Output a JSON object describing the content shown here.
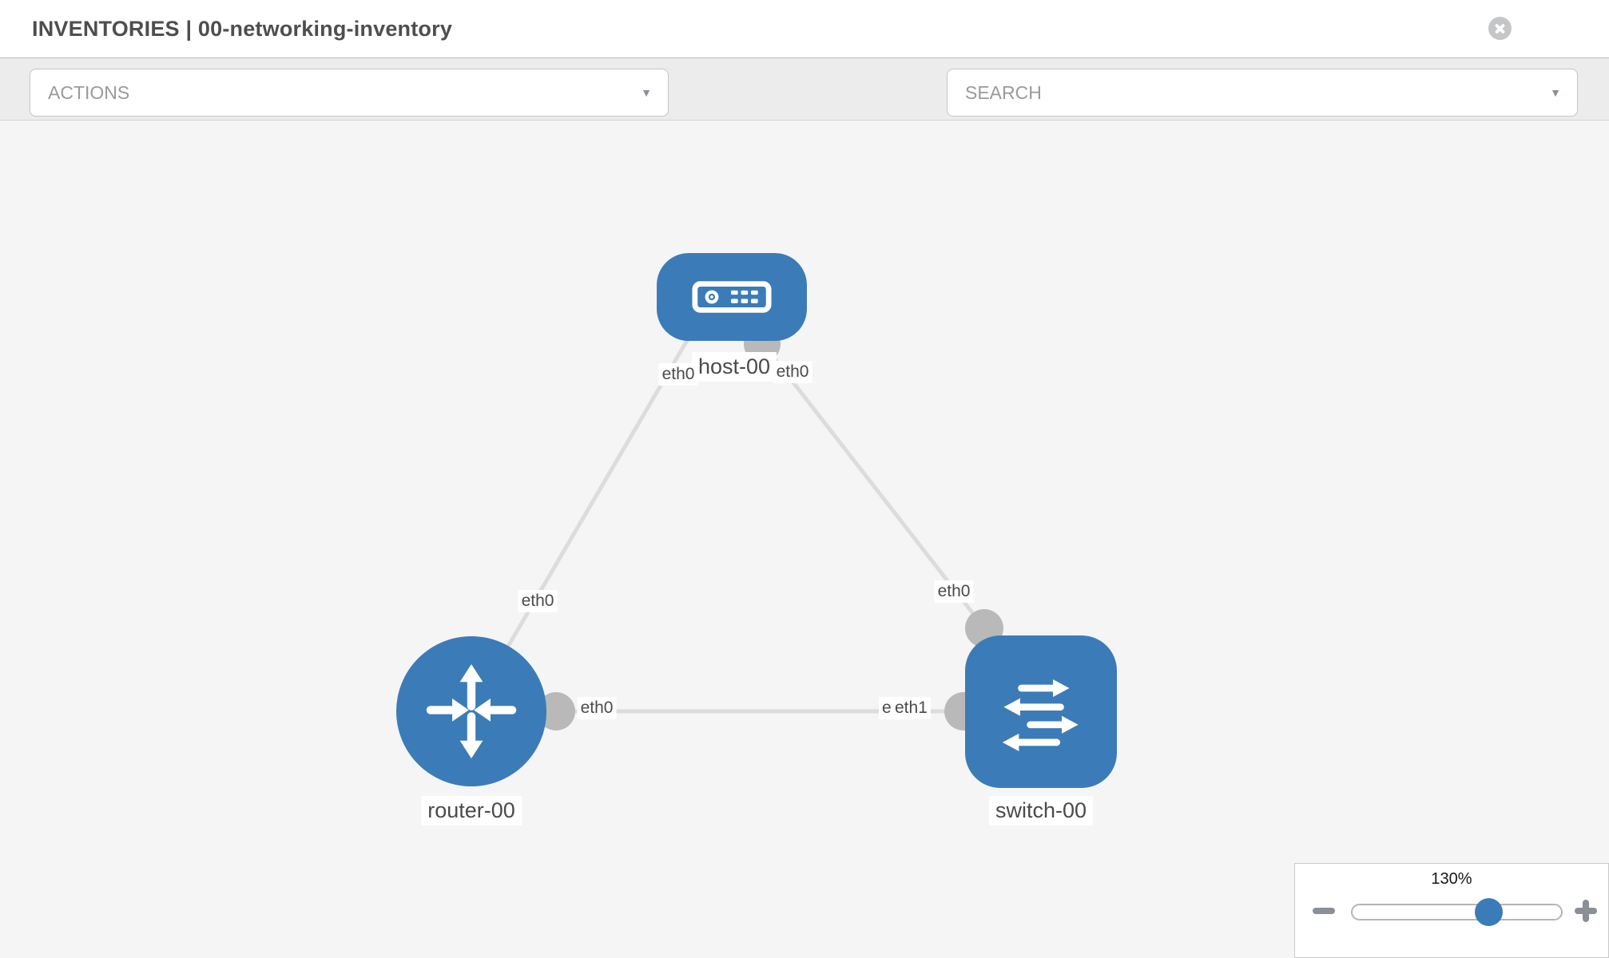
{
  "header": {
    "title": "INVENTORIES | 00-networking-inventory"
  },
  "toolbar": {
    "actions_label": "ACTIONS",
    "search_placeholder": "SEARCH"
  },
  "icons": {
    "caret_glyph": "▼",
    "close": "circle-x",
    "wrench": "wrench",
    "key": "key",
    "minus": "−",
    "plus": "+"
  },
  "canvas": {
    "nodes": {
      "host": {
        "label": "host-00",
        "type": "host"
      },
      "router": {
        "label": "router-00",
        "type": "router"
      },
      "switch": {
        "label": "switch-00",
        "type": "switch"
      }
    },
    "interface_labels": {
      "host_left": "eth0",
      "host_right": "eth0",
      "router_host_link": "eth0",
      "router_switch_link": "eth0",
      "switch_host_link": "eth0",
      "switch_router_link": "eth1",
      "switch_router_link_overlapped": "eth0"
    },
    "links": [
      {
        "from": "host-00",
        "to": "router-00",
        "from_iface": "eth0",
        "to_iface": "eth0"
      },
      {
        "from": "host-00",
        "to": "switch-00",
        "from_iface": "eth0",
        "to_iface": "eth0"
      },
      {
        "from": "router-00",
        "to": "switch-00",
        "from_iface": "eth0",
        "to_iface": "eth1"
      }
    ]
  },
  "zoom_panel": {
    "level": "130%"
  },
  "colors": {
    "node_blue": "#3b7cb8",
    "link_gray": "#dcdcdc",
    "interface_gray": "#b9b9b9",
    "toolbar_gray": "#ececec",
    "canvas_gray": "#f5f5f6",
    "icon_gray": "#8a8f98"
  }
}
